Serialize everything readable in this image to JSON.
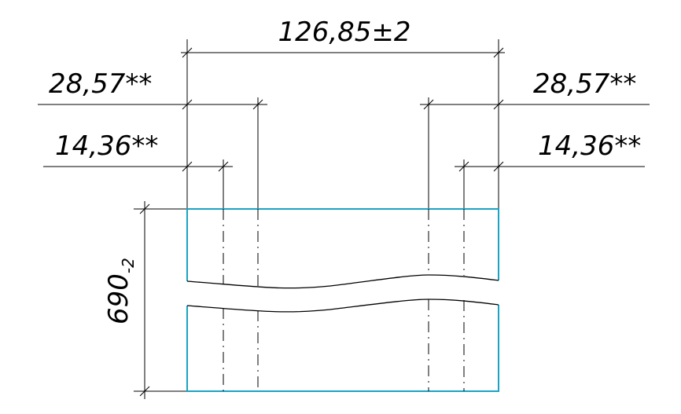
{
  "colors": {
    "part_outline": "#1aa3c2",
    "dimension_lines": "#000000"
  },
  "dimensions": {
    "overall_width": "126,85±2",
    "outer_offset_left": "28,57**",
    "outer_offset_right": "28,57**",
    "inner_offset_left": "14,36**",
    "inner_offset_right": "14,36**",
    "height_value": "690",
    "height_tolerance": "-2"
  }
}
